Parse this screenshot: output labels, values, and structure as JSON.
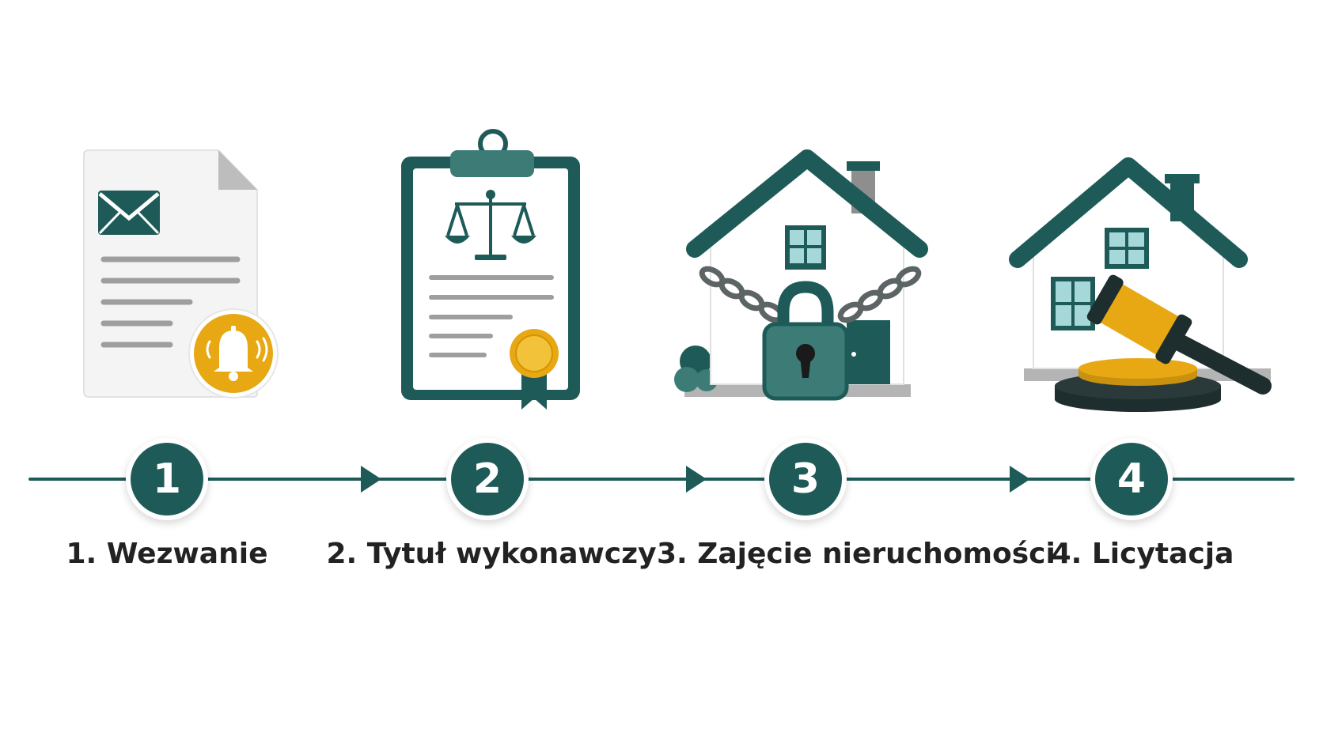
{
  "colors": {
    "primary": "#1e5b58",
    "accent": "#e8a814",
    "line_gray": "#9e9e9e",
    "text": "#222222"
  },
  "steps": [
    {
      "number": "1",
      "label": "1. Wezwanie",
      "icon": "summons-document-bell-icon"
    },
    {
      "number": "2",
      "label": "2. Tytuł wykonawczy",
      "icon": "clipboard-scales-seal-icon"
    },
    {
      "number": "3",
      "label": "3. Zajęcie nieruchomości",
      "icon": "house-chain-padlock-icon"
    },
    {
      "number": "4",
      "label": "4. Licytacja",
      "icon": "house-gavel-icon"
    }
  ]
}
